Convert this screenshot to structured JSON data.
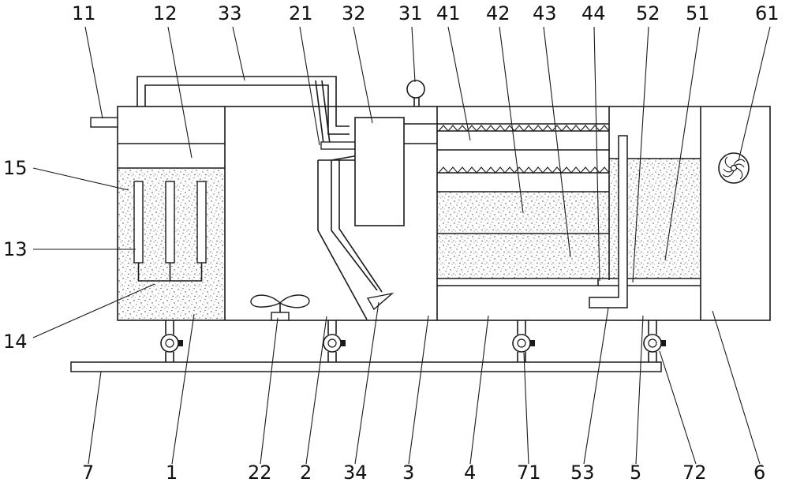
{
  "labels": {
    "l1": "1",
    "l2": "2",
    "l3": "3",
    "l4": "4",
    "l5": "5",
    "l6": "6",
    "l7": "7",
    "l11": "11",
    "l12": "12",
    "l13": "13",
    "l14": "14",
    "l15": "15",
    "l21": "21",
    "l22": "22",
    "l31": "31",
    "l32": "32",
    "l33": "33",
    "l34": "34",
    "l41": "41",
    "l42": "42",
    "l43": "43",
    "l44": "44",
    "l51": "51",
    "l52": "52",
    "l53": "53",
    "l61": "61",
    "l71": "71",
    "l72": "72"
  },
  "colors": {
    "line": "#1a1a1a",
    "speckle": "#333333",
    "background": "#ffffff"
  }
}
